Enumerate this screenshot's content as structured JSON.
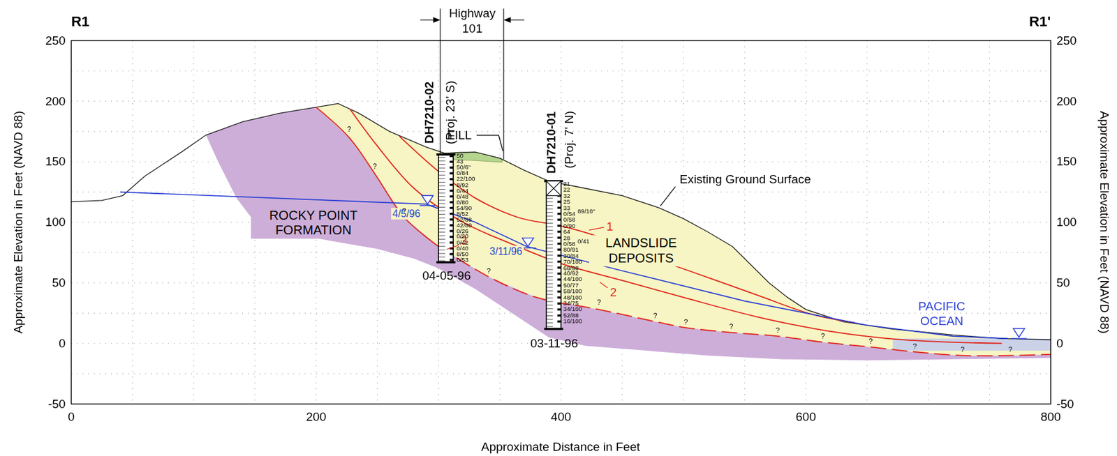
{
  "diagram": {
    "nodes": [
      {
        "text": [
          "ROCKY POINT FORMATION"
        ]
      },
      {
        "text": [
          "FILL"
        ]
      },
      {
        "text": [
          "LANDSLIDE DEPOSITS"
        ]
      },
      {
        "text": [
          "PACIFIC OCEAN"
        ]
      }
    ],
    "labels": [
      "R1",
      "R1'",
      "250",
      "200",
      "150",
      "100",
      "50",
      "0",
      "-50",
      "250",
      "200",
      "150",
      "100",
      "50",
      "0",
      "-50",
      "0",
      "200",
      "400",
      "600",
      "800",
      "Approximate Distance in Feet",
      "Approximate Elevation in Feet (NAVD 88)",
      "Approximate Elevation in Feet (NAVD 88)",
      "Highway 101",
      "DH7210-02",
      "(Proj. 23' S)",
      "DH7210-01",
      "(Proj. 7' N)",
      "04-05-96",
      "03-11-96",
      "Existing Ground Surface",
      "4/5/96",
      "3/11/96",
      "1",
      "2",
      "3",
      "?",
      "?",
      "?",
      "?",
      "?",
      "?",
      "?",
      "?",
      "?",
      "?",
      "?",
      "?",
      "?",
      "?",
      "50",
      "43",
      "50/6\"",
      "0/84",
      "22/100",
      "8/92",
      "0/44",
      "0/48",
      "0/80",
      "54/90",
      "8/52",
      "52/88",
      "42/80",
      "0/26",
      "0/20",
      "0/42",
      "0/40",
      "8/50",
      "0/53",
      "21",
      "22",
      "32",
      "25",
      "33",
      "89/10\"",
      "0/54",
      "0/58",
      "0/90",
      "64",
      "28",
      "0/41",
      "0/58",
      "80/91",
      "30/84",
      "70/100",
      "68/98",
      "40/92",
      "44/100",
      "50/77",
      "58/100",
      "48/100",
      "34/75",
      "34/100",
      "52/88",
      "16/100"
    ]
  }
}
